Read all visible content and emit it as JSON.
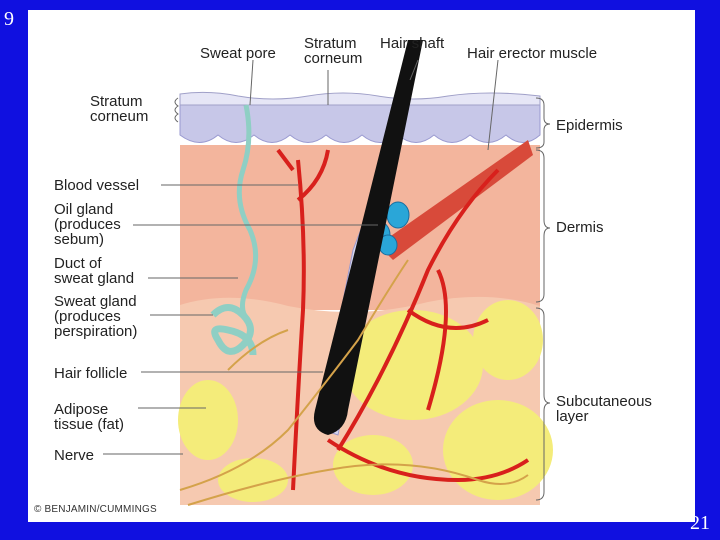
{
  "slide_number_top": "9",
  "slide_number_bottom": "21",
  "diagram": {
    "top_labels": {
      "sweat_pore": "Sweat pore",
      "stratum_corneum_top": "Stratum\ncorneum",
      "hair_shaft": "Hair shaft",
      "hair_erector_muscle": "Hair erector muscle"
    },
    "left_labels": {
      "stratum_corneum": "Stratum\ncorneum",
      "blood_vessel": "Blood vessel",
      "oil_gland": "Oil gland\n(produces\nsebum)",
      "duct_of_sweat_gland": "Duct of\nsweat gland",
      "sweat_gland": "Sweat gland\n(produces\nperspiration)",
      "hair_follicle": "Hair follicle",
      "adipose_tissue": "Adipose\ntissue (fat)",
      "nerve": "Nerve"
    },
    "right_labels": {
      "epidermis": "Epidermis",
      "dermis": "Dermis",
      "subcutaneous_layer": "Subcutaneous\nlayer"
    },
    "credit": "© BENJAMIN/CUMMINGS"
  }
}
